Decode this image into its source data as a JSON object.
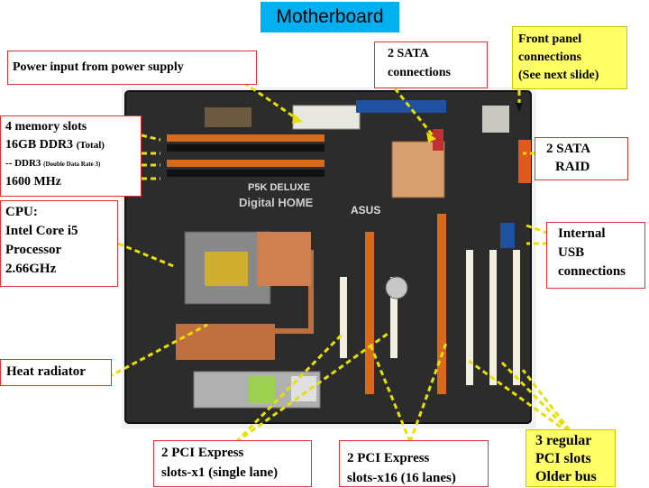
{
  "title": "Motherboard",
  "labels": {
    "power_input": "Power input from power supply",
    "sata_top_1": "2 SATA",
    "sata_top_2": "connections",
    "front_panel_1": "Front panel",
    "front_panel_2": "connections",
    "front_panel_3": "(See next slide)",
    "memory_1": "4 memory slots",
    "memory_2a": "16GB DDR3 ",
    "memory_2b": "(Total)",
    "memory_3a": "-- DDR3 ",
    "memory_3b": "(Double Data Rate 3)",
    "memory_4": "1600 MHz",
    "sata_raid_1": "2 SATA",
    "sata_raid_2": "RAID",
    "cpu_1": "CPU:",
    "cpu_2": "Intel Core i5",
    "cpu_3": "Processor",
    "cpu_4": "2.66GHz",
    "usb_1": "Internal",
    "usb_2": "USB",
    "usb_3": "connections",
    "heat_radiator": "Heat radiator",
    "pcie_x1_1": "2 PCI Express",
    "pcie_x1_2": "slots-x1 (single lane)",
    "pcie_x16_1": "2 PCI Express",
    "pcie_x16_2": "slots-x16 (16 lanes)",
    "pci_1": "3 regular",
    "pci_2": "PCI slots",
    "pci_3": "Older bus"
  },
  "board_text": {
    "brand": "ASUS",
    "model": "P5K DELUXE",
    "series": "Digital HOME"
  },
  "colors": {
    "title_bg": "#00b0f0",
    "label_border": "#e03030",
    "yellow_label_bg": "#ffff66",
    "arrow": "#e8e000",
    "pcb": "#2a2a2a",
    "ram_slot": "#d86a1a",
    "pci_slot": "#f2eee0",
    "heatsink": "#d8a070"
  }
}
